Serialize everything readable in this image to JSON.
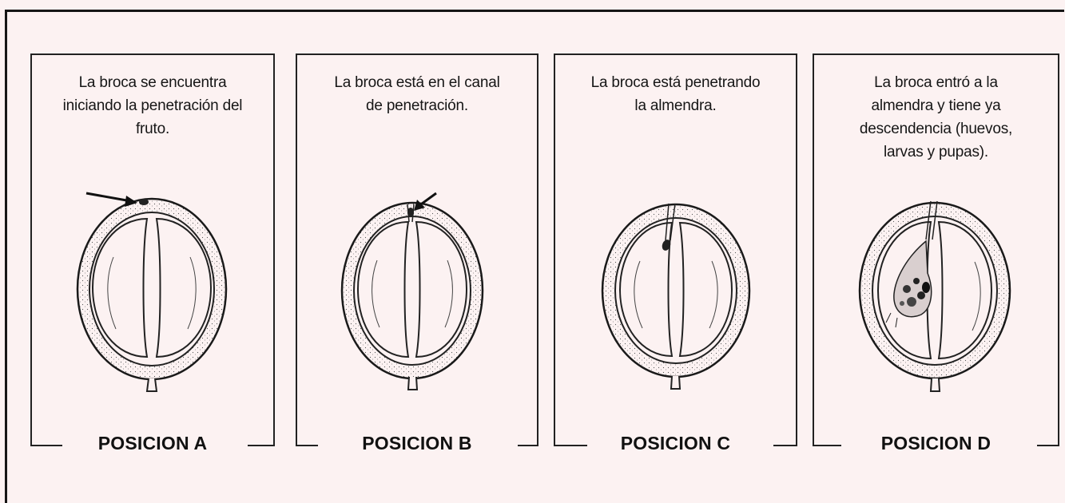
{
  "panels": [
    {
      "label": "POSICION A",
      "caption": [
        "La broca se encuentra",
        "iniciando la penetración del",
        "fruto."
      ]
    },
    {
      "label": "POSICION B",
      "caption": [
        "La broca está en el canal",
        "de penetración."
      ]
    },
    {
      "label": "POSICION C",
      "caption": [
        "La broca está penetrando",
        "la almendra."
      ]
    },
    {
      "label": "POSICION D",
      "caption": [
        "La broca entró a la",
        "almendra y tiene ya",
        "descendencia (huevos,",
        "larvas y pupas)."
      ]
    }
  ],
  "colors": {
    "paper": "#fcf2f2",
    "ink": "#161616"
  }
}
